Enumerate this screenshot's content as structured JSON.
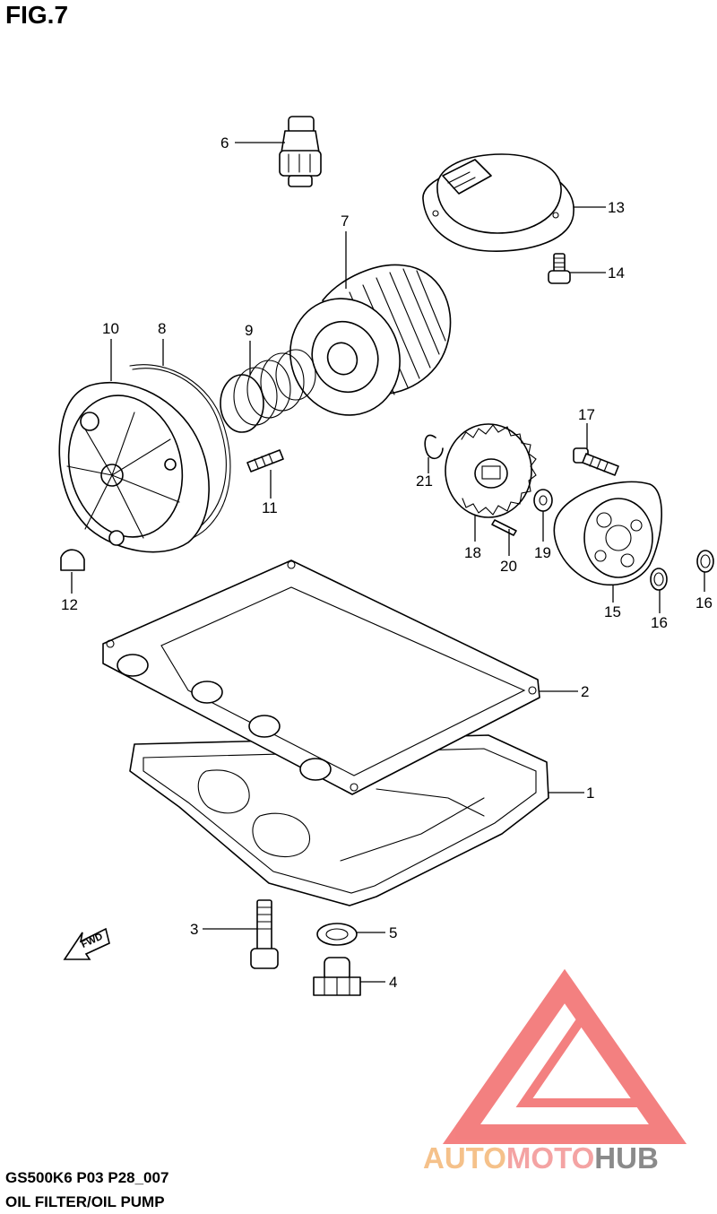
{
  "figure": {
    "title": "FIG.7"
  },
  "footer": {
    "model_code": "GS500K6 P03 P28_007",
    "caption": "OIL FILTER/OIL PUMP"
  },
  "fwd_arrow": {
    "label": "FWD"
  },
  "watermark": {
    "part1": "AUTO",
    "part2": "MOTO",
    "part3": "HUB",
    "color1": "#f5c18a",
    "color2": "#f4a3a3",
    "color3": "#8a8a8a",
    "logo_color": "#f26b6b"
  },
  "callouts": [
    "1",
    "2",
    "3",
    "4",
    "5",
    "6",
    "7",
    "8",
    "9",
    "10",
    "11",
    "12",
    "13",
    "14",
    "15",
    "16",
    "16",
    "17",
    "18",
    "19",
    "20",
    "21"
  ]
}
